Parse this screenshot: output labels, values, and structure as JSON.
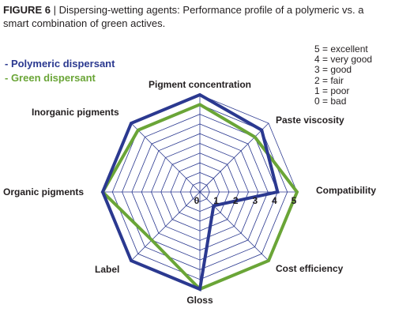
{
  "figure": {
    "label": "FIGURE 6",
    "separator": "|",
    "caption_line1": "Dispersing-wetting agents: Performance profile of a polymeric vs. a",
    "caption_line2": "smart combination of green actives."
  },
  "legend": [
    {
      "text": "- Polymeric dispersant",
      "color": "#2b3990"
    },
    {
      "text": "- Green dispersant",
      "color": "#6aa537"
    }
  ],
  "scale_key": [
    "5 = excellent",
    "4 = very good",
    "3 = good",
    "2 = fair",
    "1 = poor",
    "0 = bad"
  ],
  "chart_data": {
    "type": "radar",
    "axes": [
      "Compatibility",
      "Paste viscosity",
      "Pigment concentration",
      "Inorganic pigments",
      "Organic pigments",
      "Label",
      "Gloss",
      "Cost efficiency"
    ],
    "rings": [
      0,
      1,
      2,
      3,
      4,
      5
    ],
    "grid_minor_step": 0.5,
    "tick_labels": [
      "0",
      "1",
      "2",
      "3",
      "4",
      "5"
    ],
    "range": [
      0,
      5
    ],
    "series": [
      {
        "name": "Polymeric dispersant",
        "color": "#2b3990",
        "values": [
          4,
          4.5,
          5,
          5,
          5,
          5,
          5,
          1
        ]
      },
      {
        "name": "Green dispersant",
        "color": "#6aa537",
        "values": [
          5,
          4,
          4.5,
          4.5,
          5,
          3.5,
          5,
          5
        ]
      }
    ]
  }
}
